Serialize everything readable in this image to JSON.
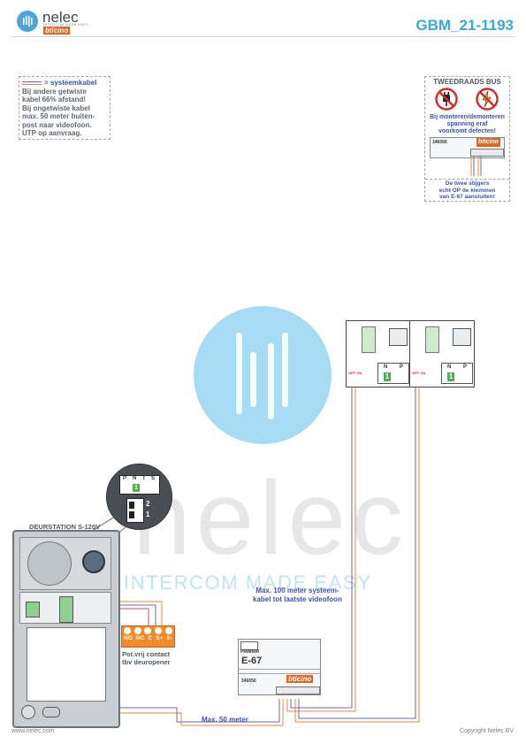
{
  "header": {
    "logo_word": "nelec",
    "logo_tagline": "INTERCOM MADE EASY",
    "logo_brand": "bticino",
    "doc_code": "GBM_21-1193"
  },
  "cable_note": {
    "title": "= systeemkabel",
    "lines": [
      "Bij andere getwiste",
      "kabel 66% afstand!",
      "Bij ongetwiste kabel",
      "max. 50 meter buiten-",
      "post naar videofoon.",
      "UTP op aanvraag."
    ]
  },
  "bus_note": {
    "title": "TWEEDRAADS BUS",
    "warning_lines": [
      "Bij monteren/demonteren",
      "spanning eraf",
      "voorkomt defecten!"
    ],
    "module_code": "346050",
    "module_brand": "bticino",
    "risers_lines": [
      "De twee stijgers",
      "echt OP de klemmen",
      "van E-67 aansluiten!"
    ]
  },
  "door_station": {
    "title": "DEURSTATION S-120V",
    "relay_terminals": [
      "NO",
      "NC",
      "C",
      "S+",
      "S-"
    ],
    "relay_note": [
      "Pot.vrij contact",
      "tbv deuropener"
    ],
    "dip_terminals": [
      "P",
      "N",
      "T",
      "S"
    ],
    "n_value": "1",
    "dip_labels": [
      "2",
      "1"
    ]
  },
  "monitors": [
    {
      "off_on": "OFF ON",
      "n_label": "N",
      "p_label": "P",
      "n_value": "1"
    },
    {
      "off_on": "OFF ON",
      "n_label": "N",
      "p_label": "P",
      "n_value": "1"
    }
  ],
  "power_supply": {
    "primary_label": "PRIMAIR",
    "model": "E-67",
    "code": "346050",
    "brand": "bticino"
  },
  "annotations": {
    "distance_max100": [
      "Max. 100 meter systeem-",
      "kabel tot laatste videofoon"
    ],
    "distance_max50": "Max. 50 meter"
  },
  "watermark": {
    "word": "nelec",
    "tagline": "INTERCOM MADE EASY"
  },
  "footer": {
    "website": "www.nelec.com",
    "copyright": "Copyright Nelec BV"
  },
  "colors": {
    "accent_blue": "#33a9dc",
    "note_blue": "#3e54a8",
    "brand_orange": "#e2651e",
    "relay_orange": "#f08a2b",
    "wire_orange": "#e0893a",
    "wire_purple": "#6a64b0",
    "terminal_green": "#4caf50"
  }
}
